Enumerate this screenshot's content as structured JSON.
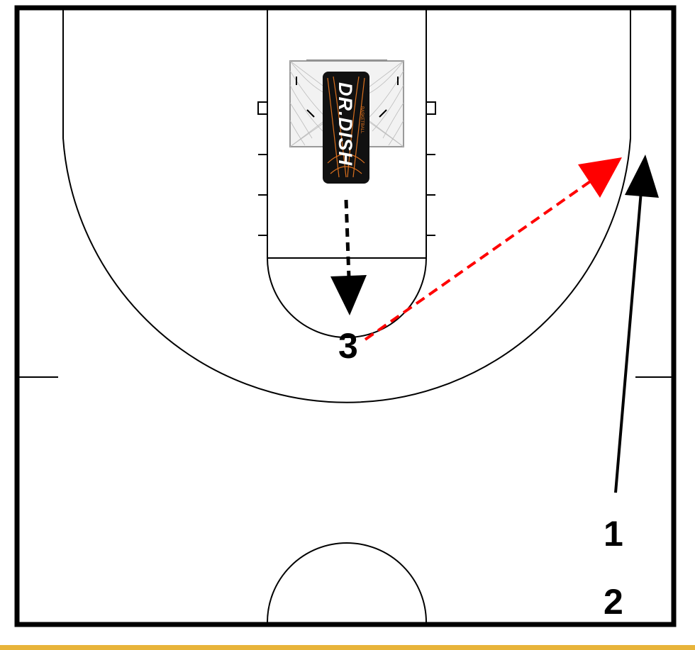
{
  "machine": {
    "brand": "DR.DISH",
    "sub_brand": "BASKETBALL",
    "body_color": "#111111",
    "accent_color": "#f07a1f"
  },
  "players": [
    {
      "label": "1"
    },
    {
      "label": "2"
    },
    {
      "label": "3"
    }
  ],
  "colors": {
    "court_lines": "#000000",
    "pass_arrow": "#ff0000",
    "cut_arrow": "#000000",
    "bottom_bar": "#e8b43a"
  }
}
